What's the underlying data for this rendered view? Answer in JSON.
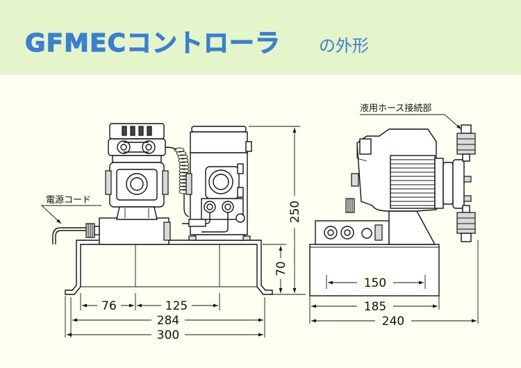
{
  "header": {
    "title_main": "GFMECコントローラ",
    "title_sub": "の外形"
  },
  "labels": {
    "power_cord": "電源コード",
    "hose_connection": "液用ホース接続部"
  },
  "dimensions": {
    "d76": "76",
    "d125": "125",
    "d284": "284",
    "d300": "300",
    "d70": "70",
    "d250": "250",
    "d150": "150",
    "d185": "185",
    "d240": "240"
  },
  "colors": {
    "header_bg": "#e4f5cc",
    "title": "#3b7fcf",
    "background": "#fffff2"
  }
}
